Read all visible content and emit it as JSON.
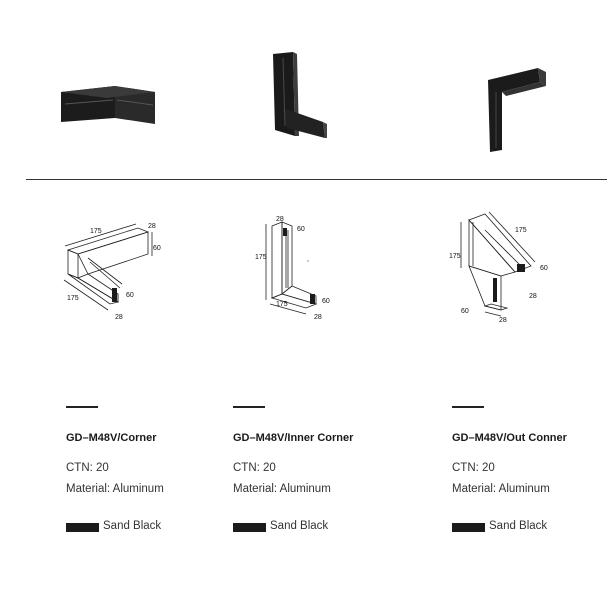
{
  "products": [
    {
      "name": "GD–M48V/Corner",
      "ctn": "CTN: 20",
      "material": "Material: Aluminum",
      "color_label": "Sand Black",
      "swatch_color": "#1b1b1b",
      "dims": {
        "top": "175",
        "top_w": "28",
        "height": "60",
        "side": "175",
        "side_h": "60",
        "bottom_w": "28"
      }
    },
    {
      "name": "GD–M48V/Inner Corner",
      "ctn": "CTN: 20",
      "material": "Material: Aluminum",
      "color_label": "Sand Black",
      "swatch_color": "#1b1b1b",
      "dims": {
        "top_w": "28",
        "top_h": "60",
        "left": "175",
        "bottom": "175",
        "side_h": "60",
        "bottom_w": "28"
      }
    },
    {
      "name": "GD–M48V/Out Conner",
      "ctn": "CTN: 20",
      "material": "Material: Aluminum",
      "color_label": "Sand Black",
      "swatch_color": "#1b1b1b",
      "dims": {
        "top": "175",
        "left": "175",
        "height": "60",
        "top_w": "28",
        "bottom_h": "60",
        "bottom_w": "28"
      }
    }
  ]
}
